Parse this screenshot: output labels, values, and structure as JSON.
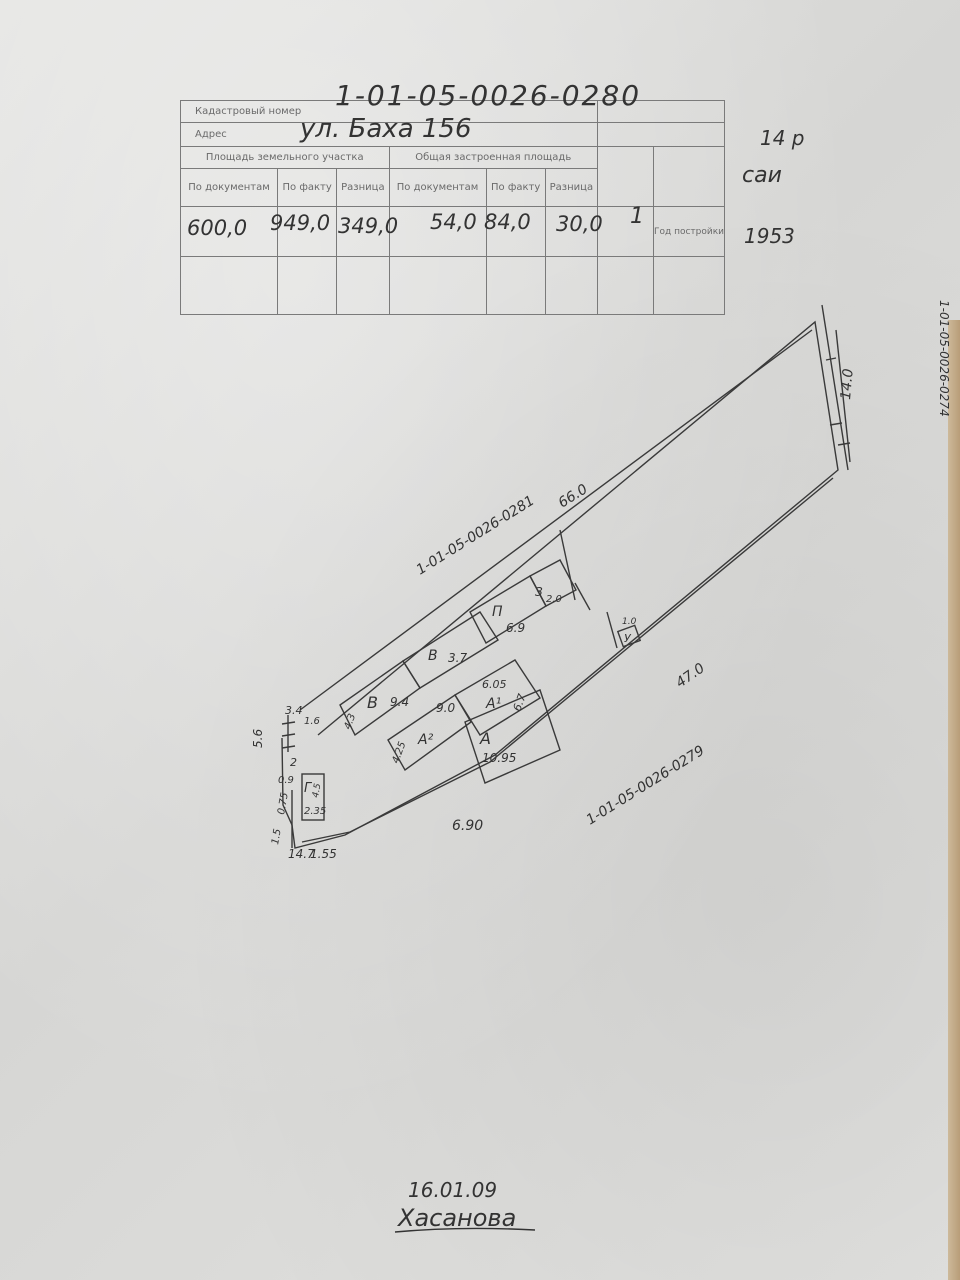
{
  "header": {
    "cadastral_label": "Кадастровый номер",
    "cadastral_number": "1-01-05-0026-0280",
    "address_label": "Адрес",
    "address": "ул. Баха 156",
    "land_area_label": "Площадь земельного участка",
    "building_area_label": "Общая застроенная площадь",
    "columns": [
      "По документам",
      "По факту",
      "Разница",
      "По документам",
      "По факту",
      "Разница"
    ],
    "values": [
      "600,0",
      "949,0",
      "349,0",
      "54,0",
      "84,0",
      "30,0",
      "1"
    ],
    "build_year_label": "Год постройки",
    "side_note_top": "14 р",
    "side_note_mid": "саи",
    "side_note_year": "1953"
  },
  "plan": {
    "neighbor_north": "1-01-05-0026-0281",
    "neighbor_south": "1-01-05-0026-0279",
    "neighbor_east": "1-01-05-0026-0274",
    "dim_66": "66.0",
    "dim_14": "14.0",
    "dim_47": "47.0",
    "dim_690": "6.90",
    "dim_155": "1.55",
    "dim_147": "14.7",
    "dim_56": "5.6",
    "dim_34": "3.4",
    "dim_16": "1.6",
    "dim_2": "2",
    "dim_09": "0.9",
    "dim_15": "1.5",
    "dim_075": "0.75",
    "dim_235": "2.35",
    "room_B": "В",
    "room_B_w": "9.4",
    "room_B_h": "4.3",
    "room_B3": "В",
    "room_B3_w": "3.7",
    "room_P": "П",
    "room_P_w": "6.9",
    "room_Z": "З",
    "room_Z_w": "2.0",
    "room_A2": "А²",
    "room_A2_w": "9.0",
    "room_A2_h": "4.25",
    "room_A1": "А¹",
    "room_A1_w": "6.05",
    "room_A1_h": "6.7",
    "room_A": "А",
    "room_A_w": "10.95",
    "room_U": "У",
    "room_U_w": "1.0",
    "room_G": "Г",
    "room_G_w": "2.35",
    "room_G_h": "4.5"
  },
  "footer": {
    "date": "16.01.09",
    "signature": "Хасанова"
  }
}
